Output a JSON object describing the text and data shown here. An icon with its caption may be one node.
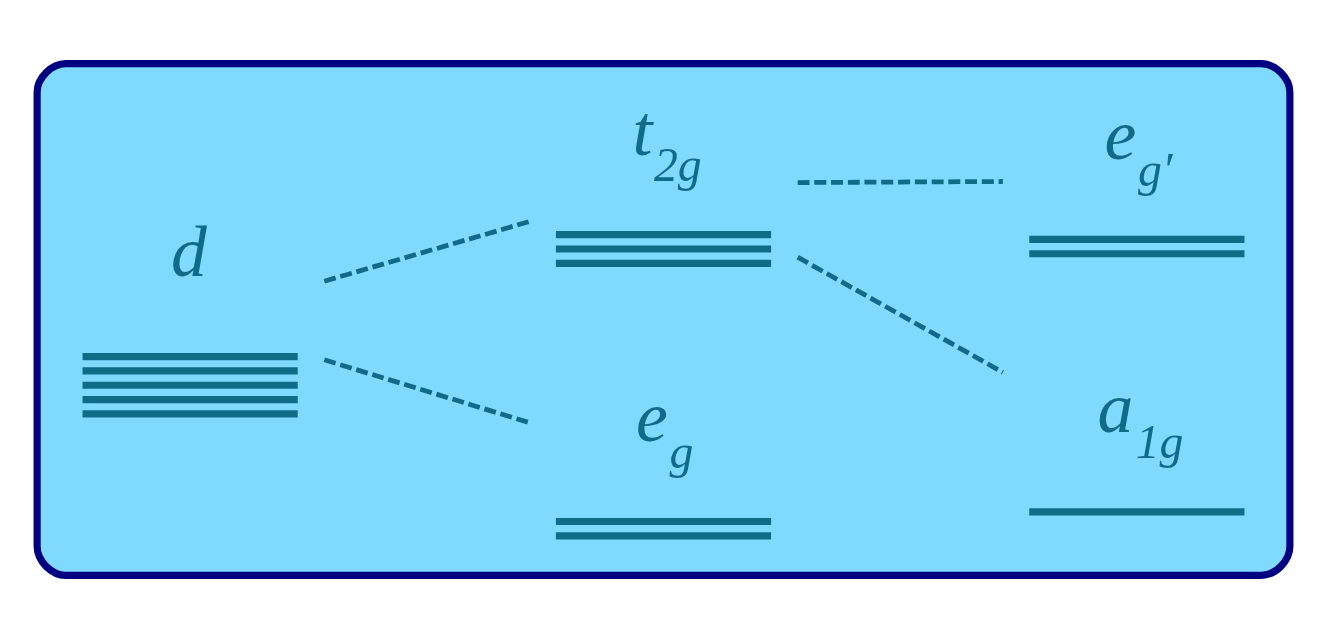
{
  "diagram": {
    "nodes": [
      {
        "text": [],
        "shape": "callout"
      },
      {
        "text": [
          "d"
        ],
        "in": 0
      },
      {
        "text": [
          "e$_{g}$"
        ],
        "in": 0
      },
      {
        "text": [
          "t$_{2g}$"
        ],
        "in": 0
      },
      {
        "text": [
          "a$_{1g}$"
        ],
        "in": 0
      },
      {
        "text": [
          "e$_{g′}$"
        ],
        "in": 0
      }
    ],
    "edges": [
      {
        "from": 1,
        "to": 2,
        "arrow": "none",
        "style": "dashed"
      },
      {
        "from": 1,
        "to": 3,
        "arrow": "none",
        "style": "dashed"
      },
      {
        "from": 3,
        "to": 4,
        "arrow": "none",
        "style": "dashed"
      },
      {
        "from": 3,
        "to": 5,
        "arrow": "none",
        "style": "dashed"
      }
    ]
  }
}
